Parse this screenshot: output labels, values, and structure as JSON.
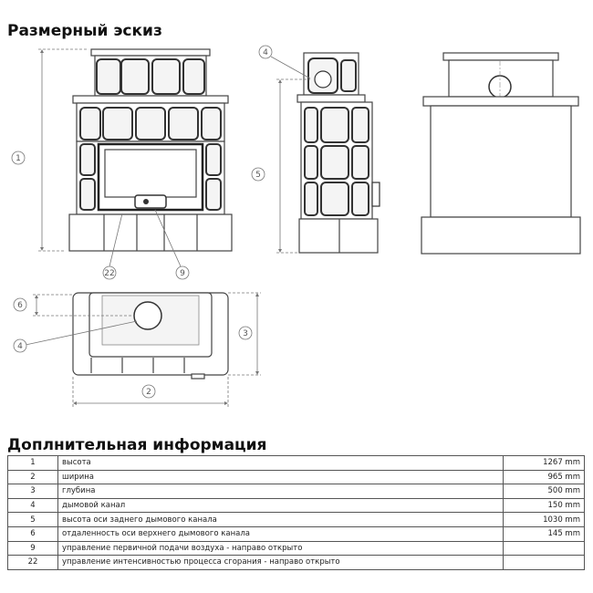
{
  "sketch_title": "Размерный эскиз",
  "info_title": "Доплнительная информация",
  "callouts": [
    "1",
    "2",
    "3",
    "4",
    "5",
    "6",
    "9",
    "22"
  ],
  "line_color": "#555555",
  "tile_fill": "#f4f4f4",
  "table_rows": [
    {
      "num": "1",
      "label": "высота",
      "value": "1267 mm"
    },
    {
      "num": "2",
      "label": "ширина",
      "value": "965 mm"
    },
    {
      "num": "3",
      "label": "глубина",
      "value": "500 mm"
    },
    {
      "num": "4",
      "label": "дымовой канал",
      "value": "150 mm"
    },
    {
      "num": "5",
      "label": "высота оси заднего дымового канала",
      "value": "1030 mm"
    },
    {
      "num": "6",
      "label": "отдаленность оси верхнего дымового канала",
      "value": "145 mm"
    },
    {
      "num": "9",
      "label": "управление первичной подачи воздуха - направо открыто",
      "value": ""
    },
    {
      "num": "22",
      "label": "управление интенсивностью процесса сгорания - направо открыто",
      "value": ""
    }
  ]
}
